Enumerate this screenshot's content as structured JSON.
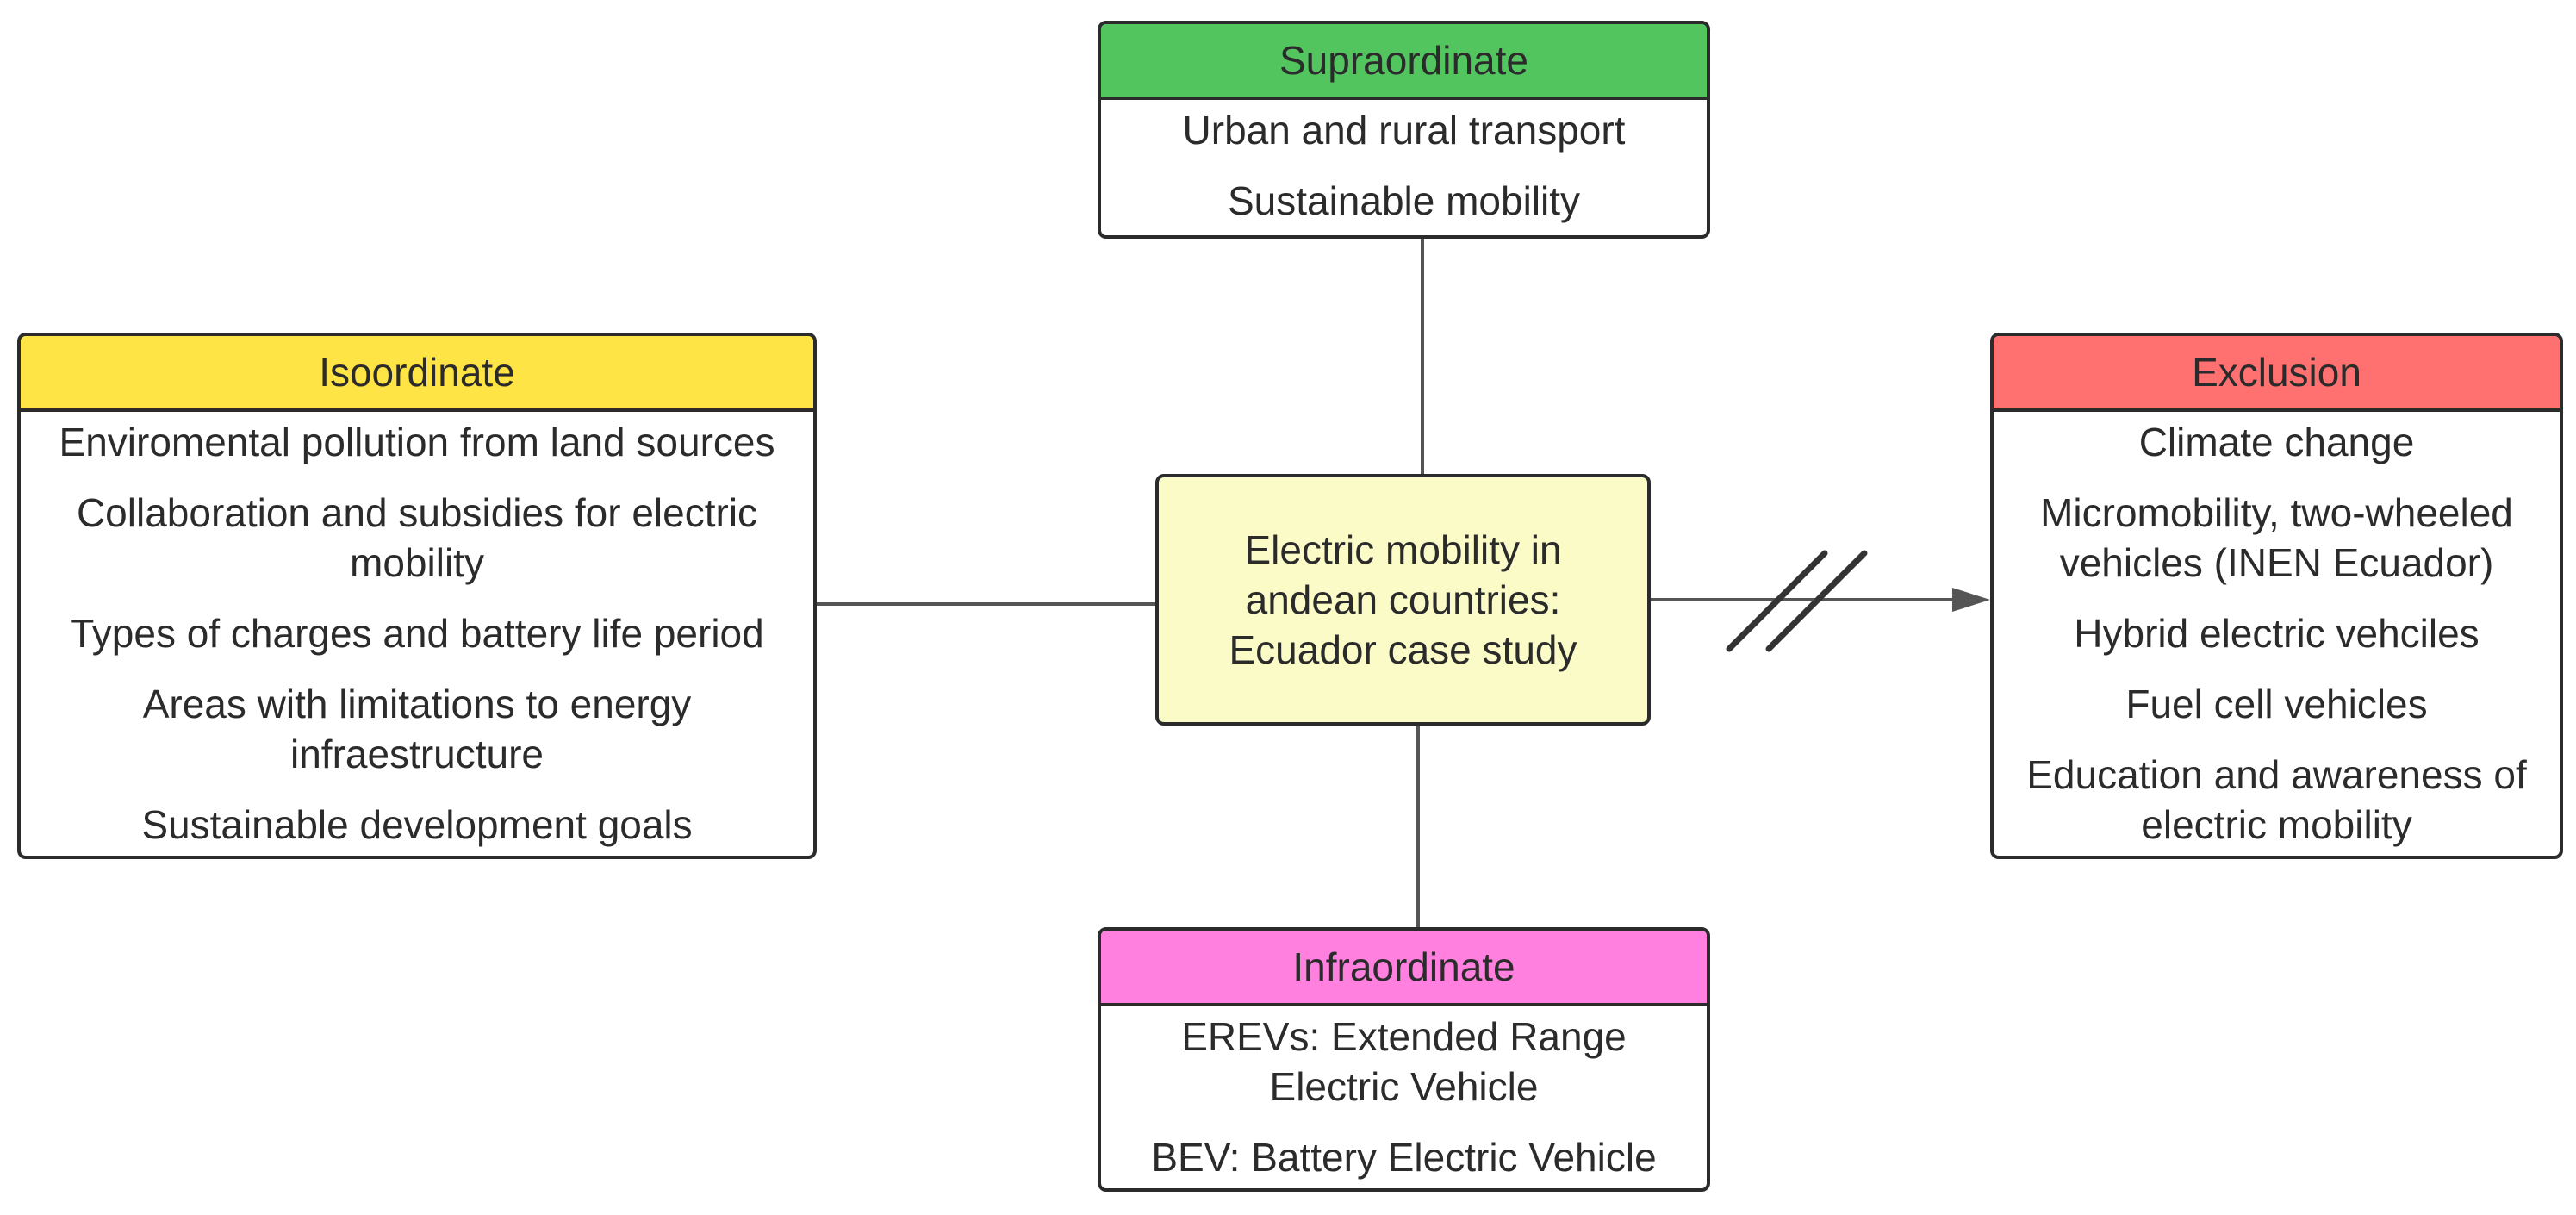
{
  "colors": {
    "supraordinate": "#52C55E",
    "isoordinate": "#FFE445",
    "exclusion": "#FF7171",
    "infraordinate": "#FF80DF",
    "center": "#FBFBC8",
    "stroke": "#2b2b2b"
  },
  "center": {
    "text": "Electric mobility in andean countries: Ecuador case study"
  },
  "supraordinate": {
    "title": "Supraordinate",
    "items": [
      "Urban and rural transport",
      "Sustainable mobility"
    ]
  },
  "isoordinate": {
    "title": "Isoordinate",
    "items": [
      "Enviromental pollution from land sources",
      "Collaboration and subsidies for electric mobility",
      "Types of charges and battery life period",
      "Areas with limitations to energy infraestructure",
      "Sustainable development goals"
    ]
  },
  "exclusion": {
    "title": "Exclusion",
    "items": [
      "Climate change",
      "Micromobility, two-wheeled vehicles (INEN Ecuador)",
      "Hybrid electric vehciles",
      "Fuel cell vehicles",
      "Education and awareness of electric mobility"
    ]
  },
  "infraordinate": {
    "title": "Infraordinate",
    "items": [
      "EREVs: Extended Range Electric Vehicle",
      "BEV: Battery Electric Vehicle"
    ]
  }
}
